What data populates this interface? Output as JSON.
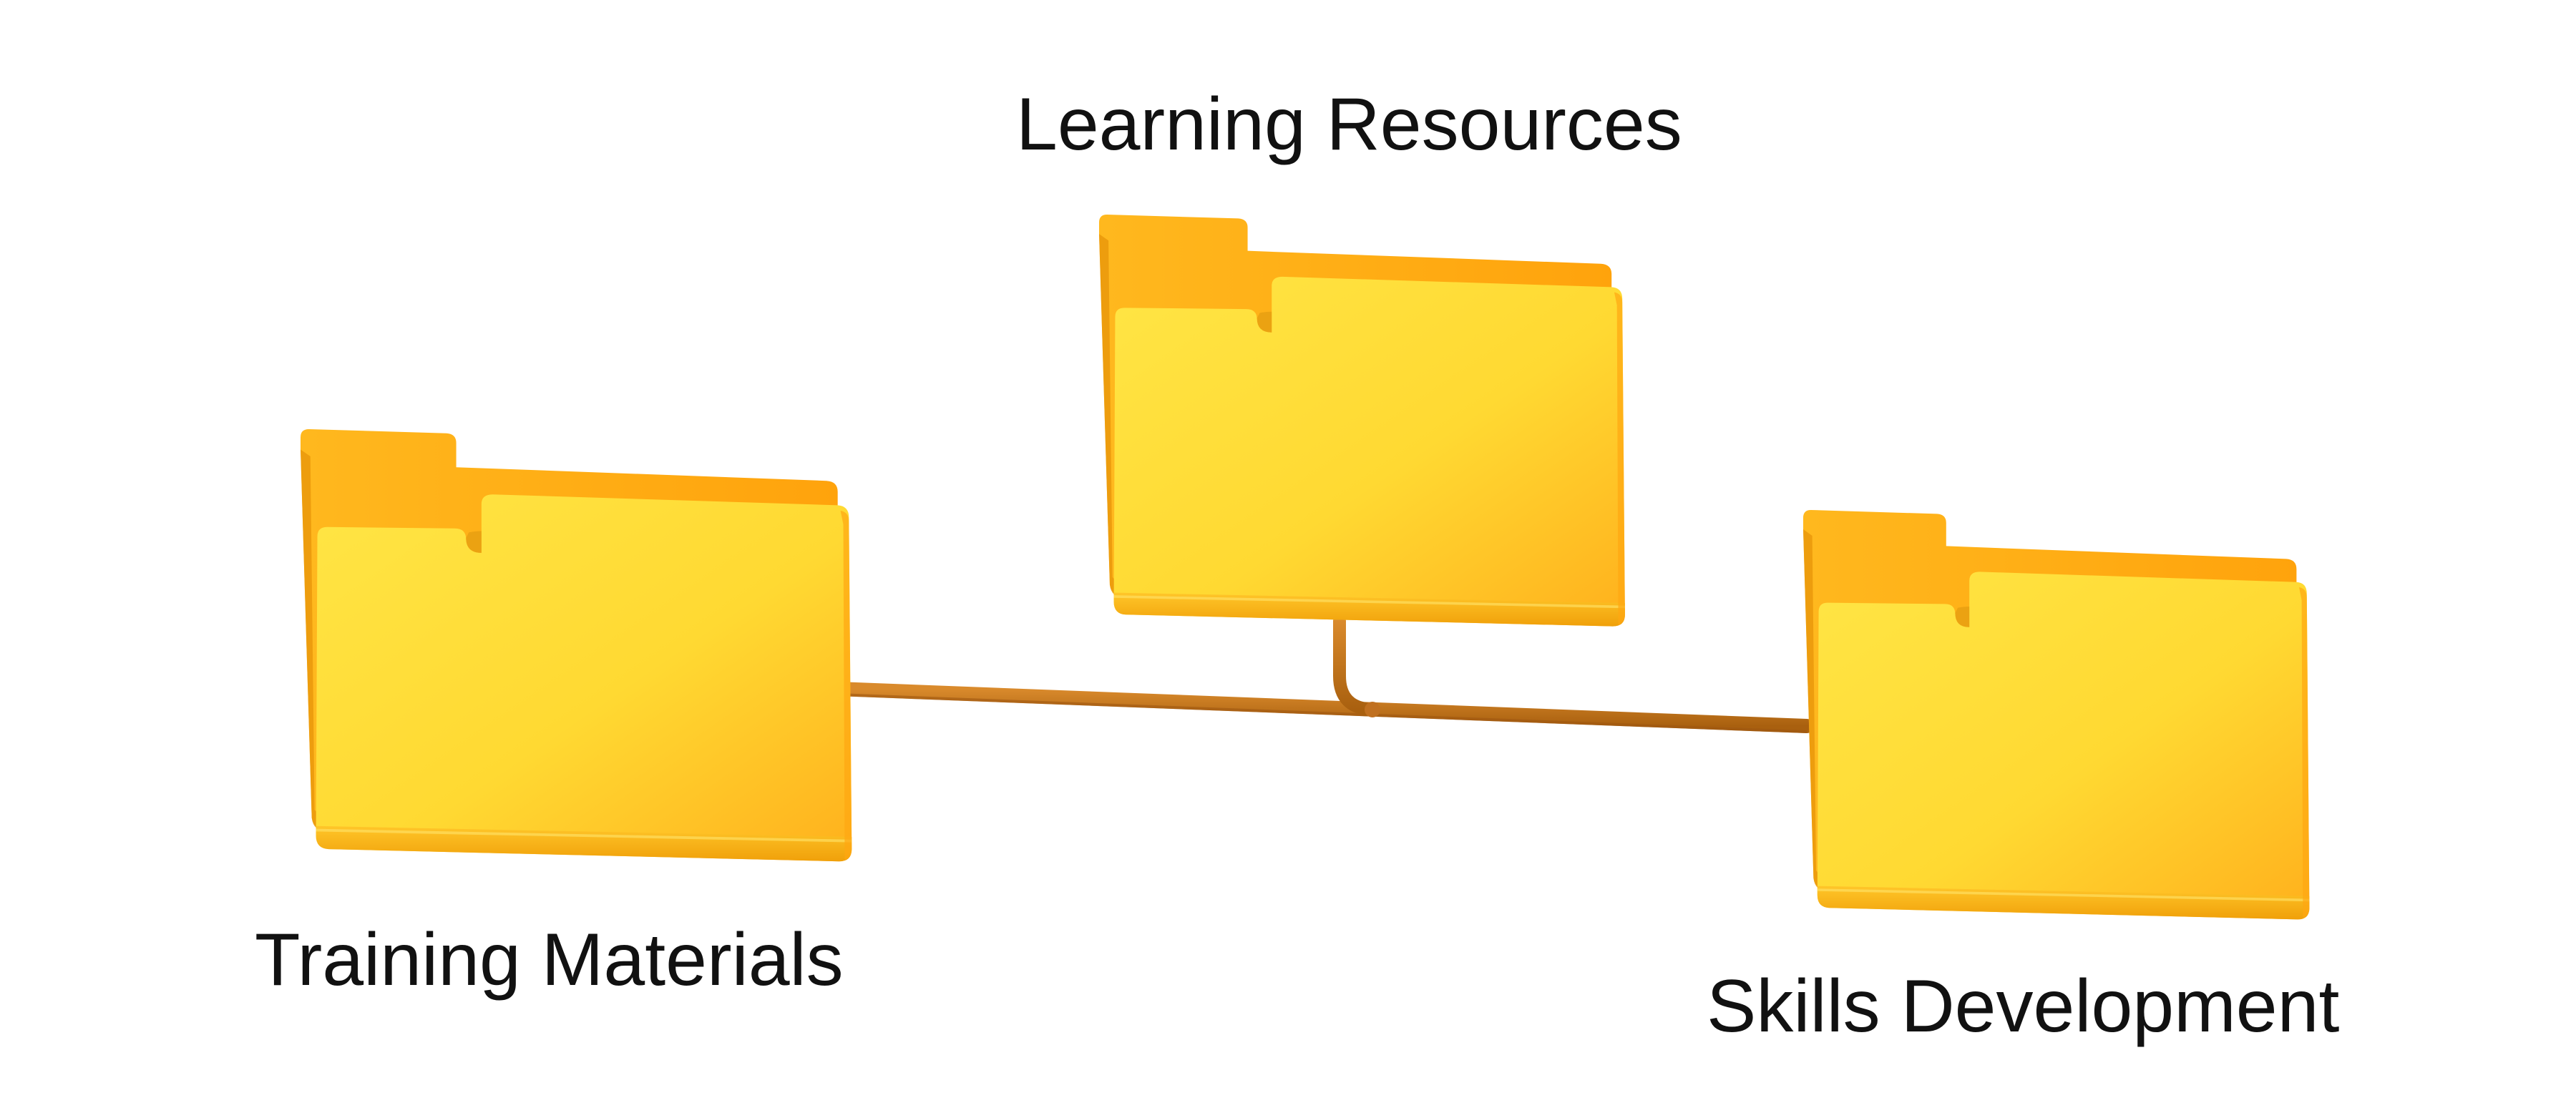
{
  "diagram": {
    "nodes": [
      {
        "id": "learning",
        "label": "Learning Resources",
        "icon": "folder-icon",
        "role": "parent"
      },
      {
        "id": "training",
        "label": "Training Materials",
        "icon": "folder-icon",
        "role": "child"
      },
      {
        "id": "skills",
        "label": "Skills Development",
        "icon": "folder-icon",
        "role": "child"
      }
    ],
    "edges": [
      {
        "from": "learning",
        "to": "training"
      },
      {
        "from": "learning",
        "to": "skills"
      }
    ]
  },
  "colors": {
    "folder_front_light": "#FFE23D",
    "folder_front_dark": "#FFB21A",
    "folder_back": "#FFAA10",
    "folder_edge": "#E99A06",
    "connector": "#C8741D",
    "connector_shadow": "#9E5710",
    "label_text": "#111111"
  }
}
